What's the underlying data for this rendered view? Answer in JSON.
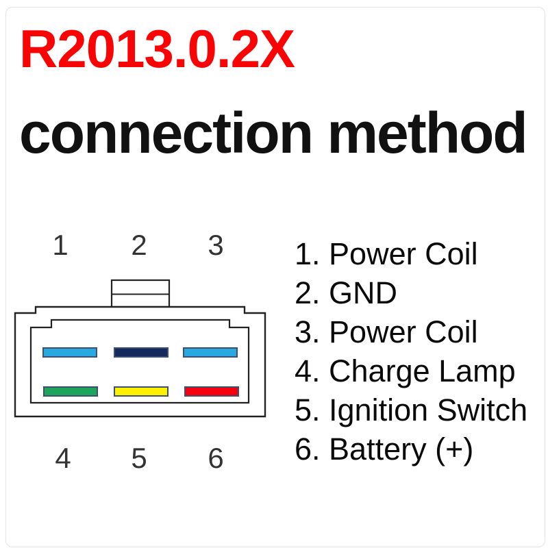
{
  "page": {
    "background": "#ffffff",
    "border_color": "#e3e3e3"
  },
  "header": {
    "model": "R2013.0.2X",
    "model_color": "#fa0305",
    "subtitle": "connection method",
    "subtitle_color": "#111111"
  },
  "connector": {
    "outline_color": "#222222",
    "pin_border_color": "#3d5070",
    "top_pin_numbers": [
      "1",
      "2",
      "3"
    ],
    "bottom_pin_numbers": [
      "4",
      "5",
      "6"
    ],
    "pins": {
      "pin1_color": "#29a9e0",
      "pin2_color": "#15295c",
      "pin3_color": "#29a9e0",
      "pin4_color": "#1da55c",
      "pin5_color": "#fdf000",
      "pin6_color": "#f6000e"
    }
  },
  "legend": {
    "items": [
      "1. Power Coil",
      "2. GND",
      "3. Power Coil",
      "4. Charge Lamp",
      "5. Ignition Switch",
      "6. Battery (+)"
    ]
  }
}
